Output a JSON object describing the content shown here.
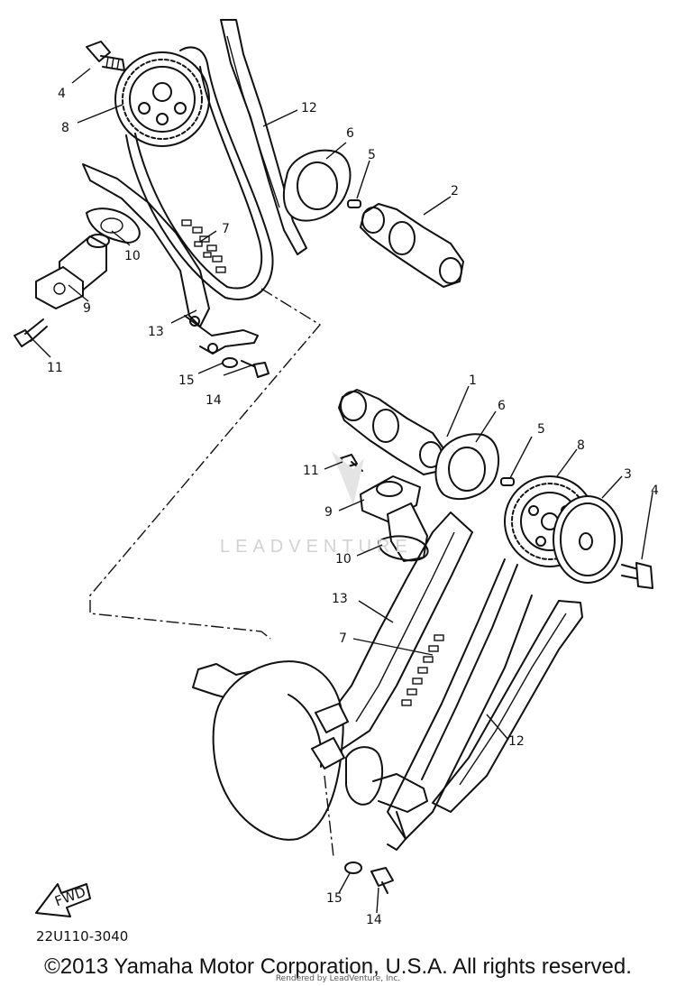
{
  "diagram": {
    "code": "22U110-3040",
    "fwd": "FWD",
    "watermark": "LEADVENTURE",
    "copyright": "©2013 Yamaha Motor Corporation, U.S.A. All rights reserved.",
    "rendered_by": "Rendered by LeadVenture, Inc.",
    "callouts": {
      "top": [
        "4",
        "8",
        "12",
        "6",
        "5",
        "2",
        "7",
        "10",
        "9",
        "11",
        "13",
        "15",
        "14"
      ],
      "bottom": [
        "1",
        "6",
        "5",
        "8",
        "3",
        "4",
        "11",
        "9",
        "10",
        "13",
        "7",
        "12",
        "15",
        "14"
      ]
    }
  }
}
